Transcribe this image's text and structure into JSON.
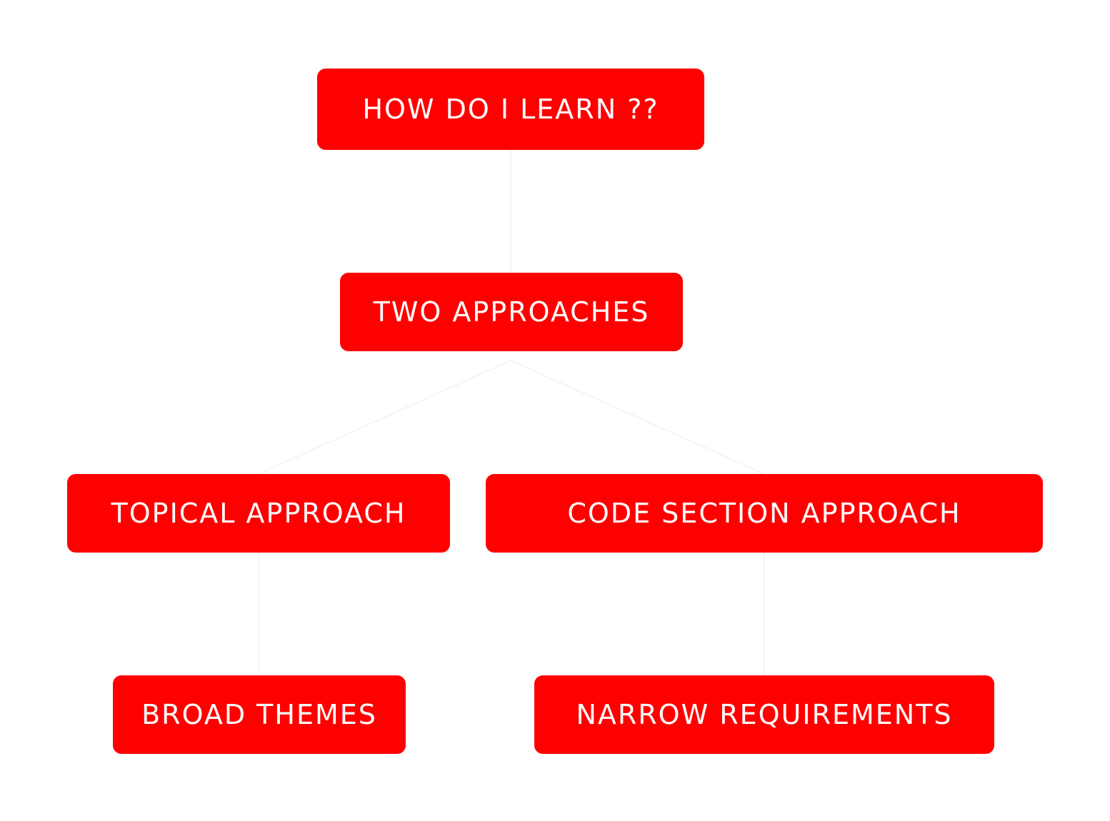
{
  "colors": {
    "node_fill": "#ff0000",
    "node_text": "#ffffff",
    "connector": "#f4f4f4",
    "background": "#ffffff"
  },
  "nodes": {
    "root": {
      "label": "HOW DO I LEARN ??"
    },
    "approaches": {
      "label": "TWO APPROACHES"
    },
    "topical": {
      "label": "TOPICAL APPROACH"
    },
    "code_section": {
      "label": "CODE SECTION APPROACH"
    },
    "broad_themes": {
      "label": "BROAD THEMES"
    },
    "narrow_requirements": {
      "label": "NARROW REQUIREMENTS"
    }
  }
}
